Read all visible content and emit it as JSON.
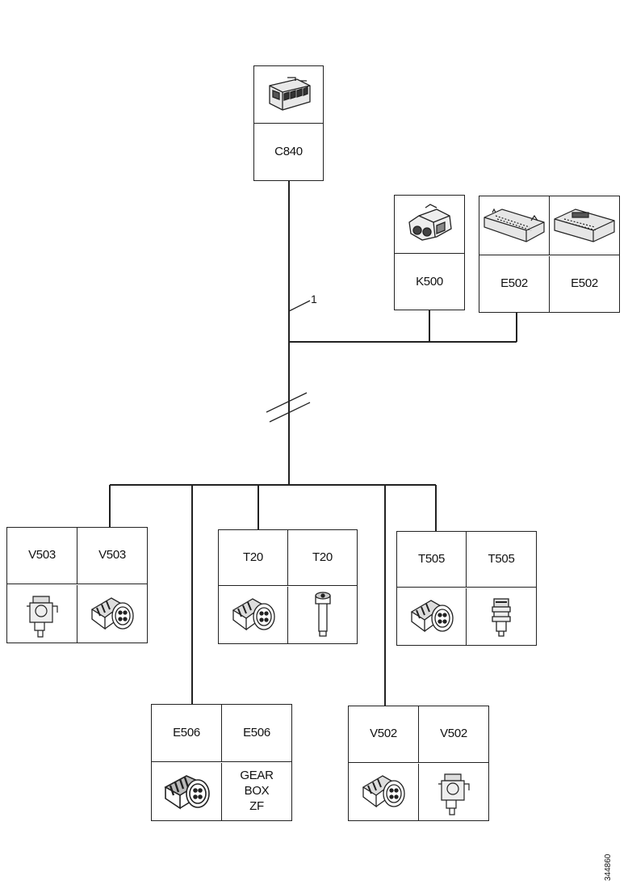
{
  "connectors": {
    "c840": {
      "label": "C840",
      "icon": "multi-pin-connector-icon"
    },
    "k500": {
      "label": "K500",
      "icon": "plug-connector-icon"
    },
    "e502": {
      "label_a": "E502",
      "label_b": "E502",
      "icon_a": "ecu-connector-icon",
      "icon_b": "ecu-connector-icon"
    },
    "v503": {
      "label_a": "V503",
      "label_b": "V503",
      "icon_a": "valve-icon",
      "icon_b": "round-connector-icon"
    },
    "t20": {
      "label_a": "T20",
      "label_b": "T20",
      "icon_a": "round-connector-icon",
      "icon_b": "sensor-probe-icon"
    },
    "t505": {
      "label_a": "T505",
      "label_b": "T505",
      "icon_a": "round-connector-icon",
      "icon_b": "pressure-sensor-icon"
    },
    "e506": {
      "label_a": "E506",
      "label_b": "E506",
      "icon_a": "round-connector-icon",
      "component_text": "GEAR\nBOX\nZF"
    },
    "v502": {
      "label_a": "V502",
      "label_b": "V502",
      "icon_a": "round-connector-icon",
      "icon_b": "valve-icon"
    }
  },
  "wire_ref": "1",
  "drawing_number": "344860"
}
